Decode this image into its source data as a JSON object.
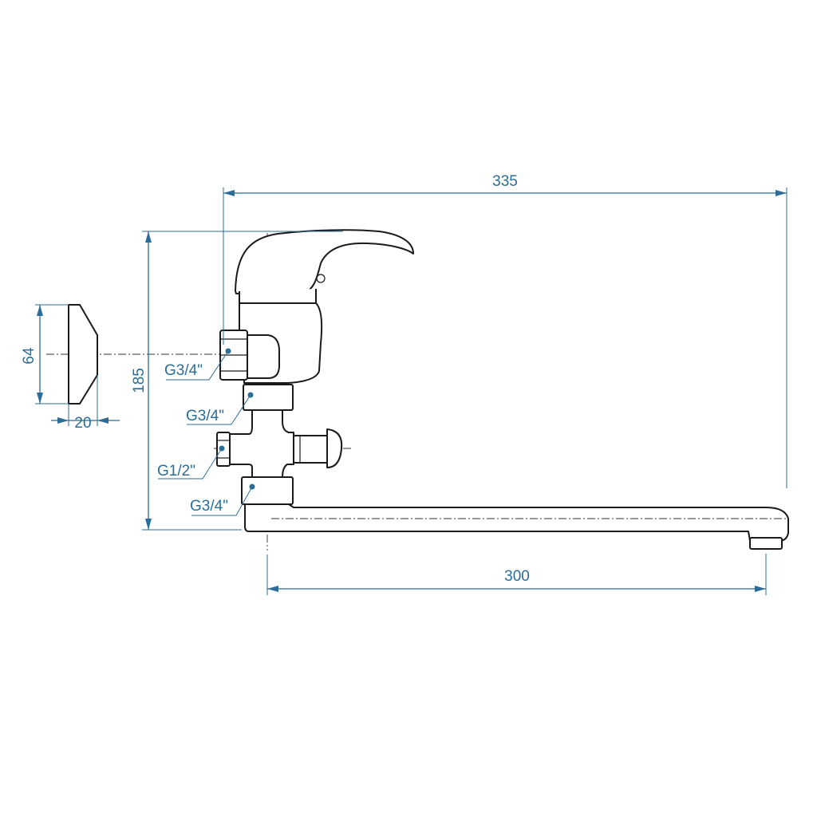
{
  "dimensions": {
    "overall_length": "335",
    "spout_reach": "300",
    "height": "185",
    "flange_diameter": "64",
    "flange_depth": "20"
  },
  "threads": {
    "upper_inlet": "G3/4\"",
    "body_connection": "G3/4\"",
    "shower_outlet": "G1/2\"",
    "spout_connection": "G3/4\""
  },
  "colors": {
    "dimension": "#2b6d96",
    "outline": "#1a1a1a"
  }
}
